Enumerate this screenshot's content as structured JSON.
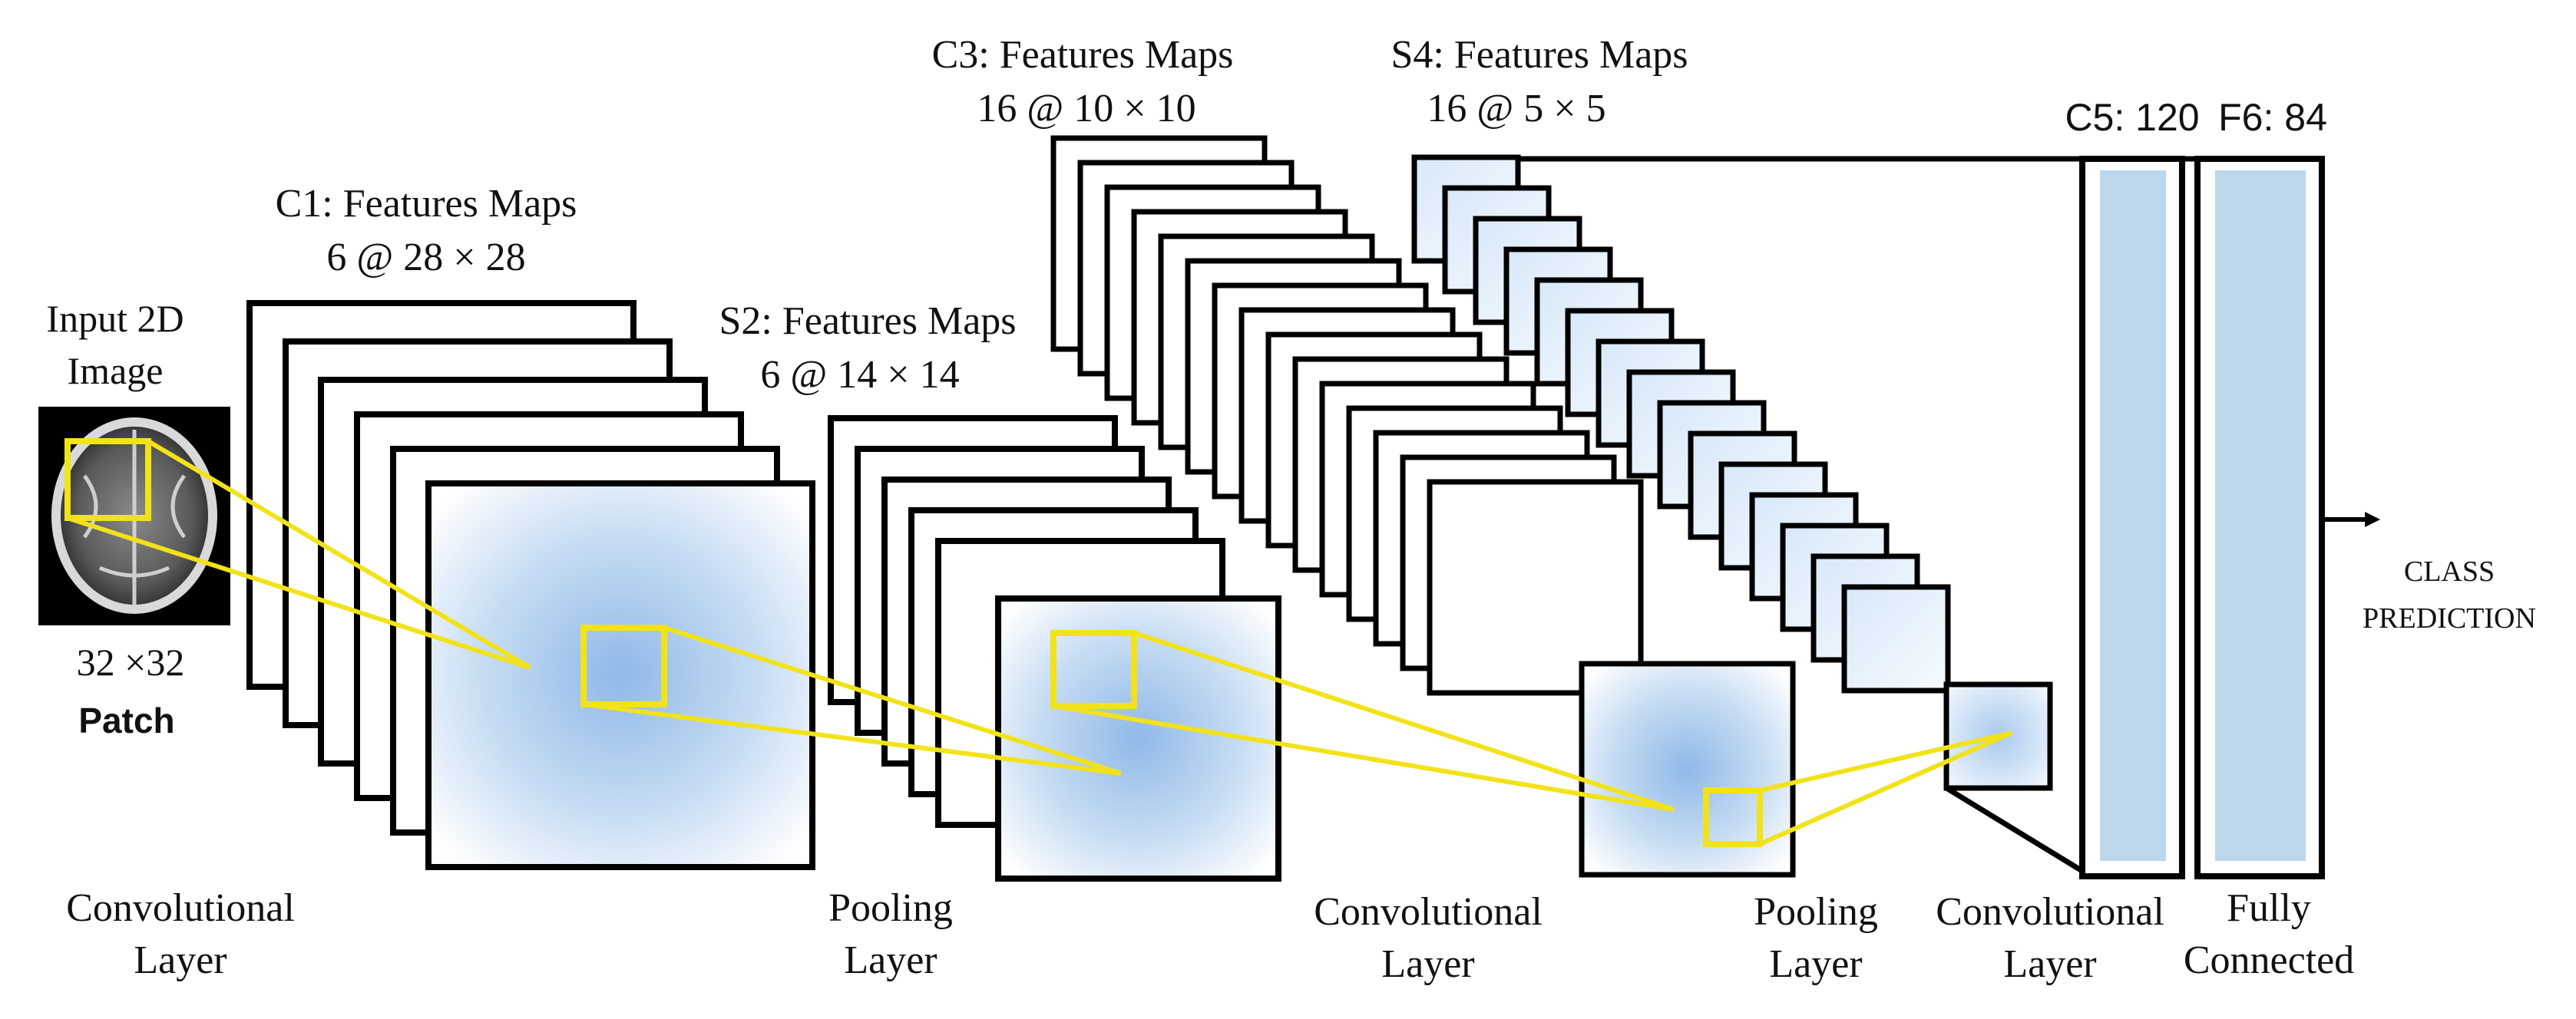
{
  "input": {
    "title_line1": "Input 2D",
    "title_line2": "Image",
    "size_label": "32  ×32",
    "patch_label": "Patch"
  },
  "c1": {
    "title": "C1: Features Maps",
    "dims": "6 @ 28  × 28",
    "count": 6
  },
  "s2": {
    "title": "S2: Features Maps",
    "dims": "6 @ 14  × 14",
    "count": 6
  },
  "c3": {
    "title": "C3: Features Maps",
    "dims": "16 @ 10  × 10",
    "count": 16
  },
  "s4": {
    "title": "S4: Features Maps",
    "dims": "16 @ 5  × 5",
    "count": 16
  },
  "c5": {
    "title": "C5: 120"
  },
  "f6": {
    "title": "F6: 84"
  },
  "output": {
    "line1": "CLASS",
    "line2": "PREDICTION"
  },
  "layers": {
    "conv1": {
      "line1": "Convolutional",
      "line2": "Layer"
    },
    "pool1": {
      "line1": "Pooling",
      "line2": "Layer"
    },
    "conv2": {
      "line1": "Convolutional",
      "line2": "Layer"
    },
    "pool2": {
      "line1": "Pooling",
      "line2": "Layer"
    },
    "conv3": {
      "line1": "Convolutional",
      "line2": "Layer"
    },
    "fc": {
      "line1": "Fully",
      "line2": "Connected"
    }
  },
  "colors": {
    "map_fill_light": "#e8f3fb",
    "map_fill_center": "#9ec4ea",
    "fc_fill": "#bcd6ec",
    "highlight": "#f2e21a",
    "stroke": "#000000",
    "brain_bg": "#000000"
  }
}
